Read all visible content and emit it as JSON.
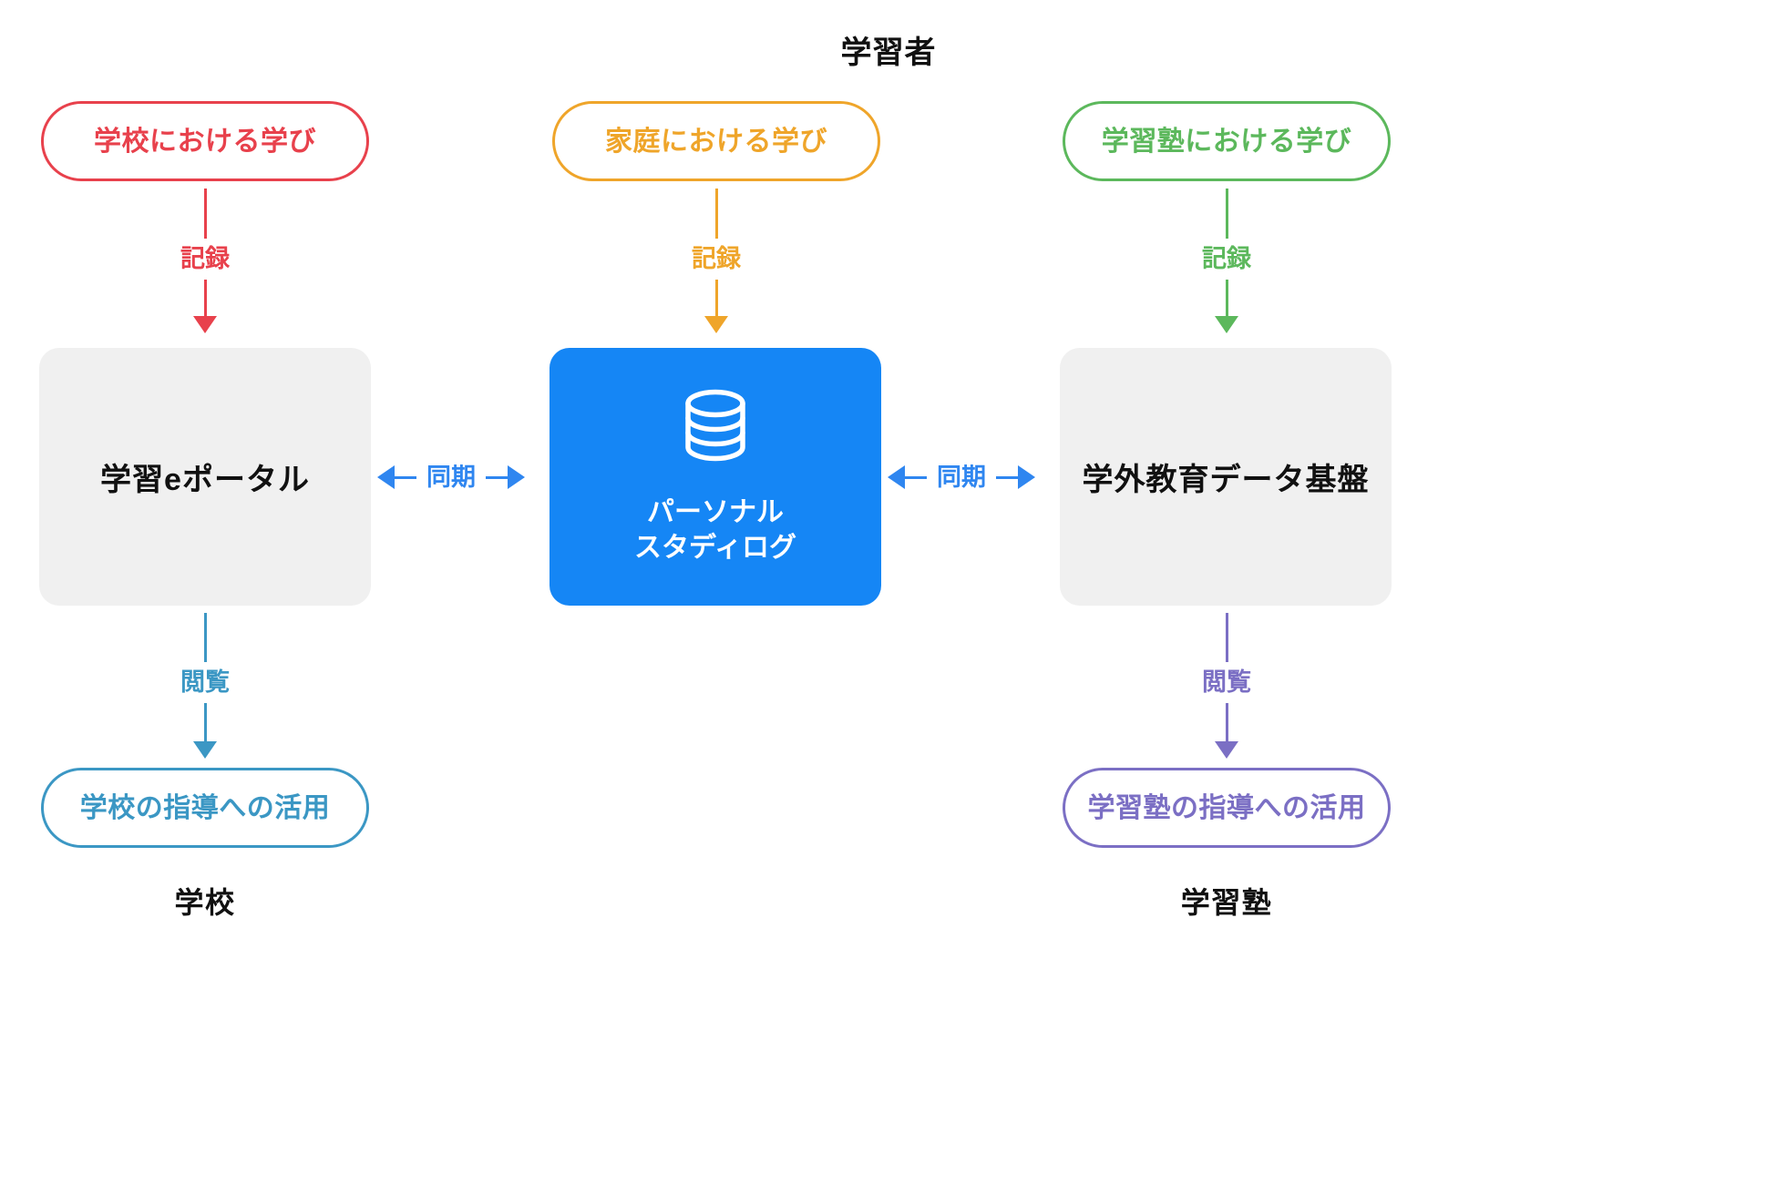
{
  "diagram": {
    "top_title": "学習者",
    "background_color": "#ffffff"
  },
  "colors": {
    "school_red": "#e8414c",
    "home_orange": "#efa52a",
    "juku_green": "#5cb85c",
    "sync_blue": "#2f86f0",
    "primary_blue": "#1586f5",
    "usage_school_blue": "#3b97c4",
    "usage_juku_purple": "#7b6fc4",
    "card_gray": "#f0f0f0",
    "text_black": "#111111"
  },
  "sources": [
    {
      "id": "school",
      "label": "学校における学び",
      "color": "#e8414c"
    },
    {
      "id": "home",
      "label": "家庭における学び",
      "color": "#efa52a"
    },
    {
      "id": "juku",
      "label": "学習塾における学び",
      "color": "#5cb85c"
    }
  ],
  "record_connectors": [
    {
      "id": "record-school",
      "label": "記録",
      "color": "#e8414c"
    },
    {
      "id": "record-home",
      "label": "記録",
      "color": "#efa52a"
    },
    {
      "id": "record-juku",
      "label": "記録",
      "color": "#5cb85c"
    }
  ],
  "systems": {
    "left": {
      "title": "学習eポータル",
      "style": "gray"
    },
    "center": {
      "title": "パーソナル\nスタディログ",
      "style": "blue",
      "icon": "database-icon"
    },
    "right": {
      "title": "学外教育データ基盤",
      "style": "gray"
    }
  },
  "sync_connectors": [
    {
      "id": "sync-left",
      "label": "同期",
      "color": "#2f86f0",
      "direction": "bidirectional"
    },
    {
      "id": "sync-right",
      "label": "同期",
      "color": "#2f86f0",
      "direction": "bidirectional"
    }
  ],
  "view_connectors": [
    {
      "id": "view-school",
      "label": "閲覧",
      "color": "#3b97c4"
    },
    {
      "id": "view-juku",
      "label": "閲覧",
      "color": "#7b6fc4"
    }
  ],
  "usages": [
    {
      "id": "usage-school",
      "label": "学校の指導への活用",
      "color": "#3b97c4"
    },
    {
      "id": "usage-juku",
      "label": "学習塾の指導への活用",
      "color": "#7b6fc4"
    }
  ],
  "captions": [
    {
      "id": "caption-school",
      "label": "学校"
    },
    {
      "id": "caption-juku",
      "label": "学習塾"
    }
  ]
}
